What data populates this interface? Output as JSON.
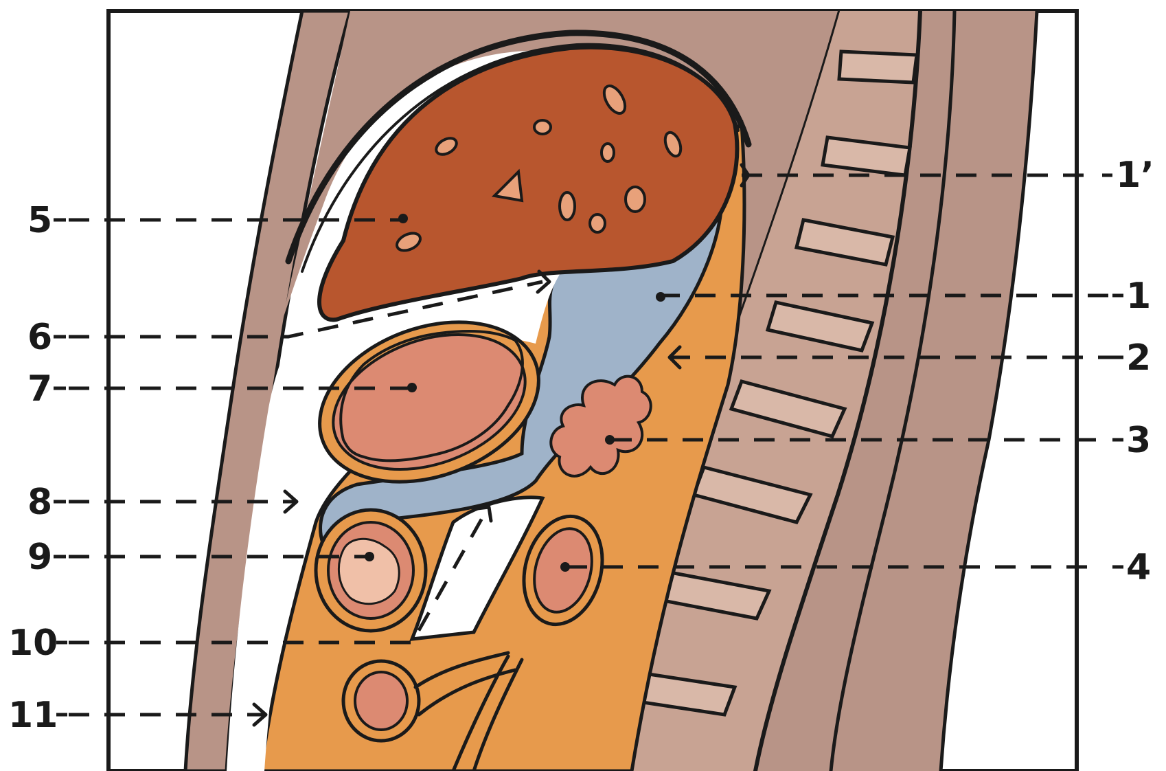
{
  "labels": {
    "l1p": "1’",
    "l1": "1",
    "l2": "2",
    "l3": "3",
    "l4": "4",
    "l5": "5",
    "l6": "6",
    "l7": "7",
    "l8": "8",
    "l9": "9",
    "l10": "10",
    "l11": "11"
  },
  "colors": {
    "background": "#ffffff",
    "body_wall": "#b89487",
    "spine_disc": "#c8a393",
    "spine_body": "#d9b8a8",
    "liver": "#b8562e",
    "peritoneum_blue": "#9fb3c9",
    "retroperitoneum": "#e79a4c",
    "bowel_pink": "#dc8a72",
    "ink": "#1a1a1a"
  }
}
